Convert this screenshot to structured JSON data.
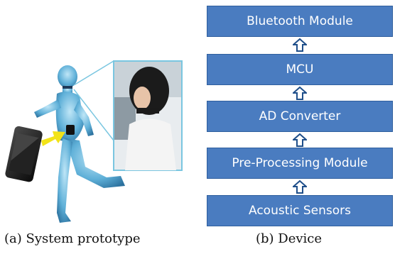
{
  "panel_a": {
    "caption": "(a) System prototype",
    "figure_icon": "runner-figure-icon",
    "phone_icon": "smartphone-icon",
    "photo_icon": "wearer-photo-icon"
  },
  "panel_b": {
    "caption": "(b) Device",
    "blocks": [
      "Bluetooth Module",
      "MCU",
      "AD Converter",
      "Pre-Processing Module",
      "Acoustic Sensors"
    ],
    "block_color": "#4a7cc0",
    "arrow_icon": "up-arrow-icon"
  }
}
